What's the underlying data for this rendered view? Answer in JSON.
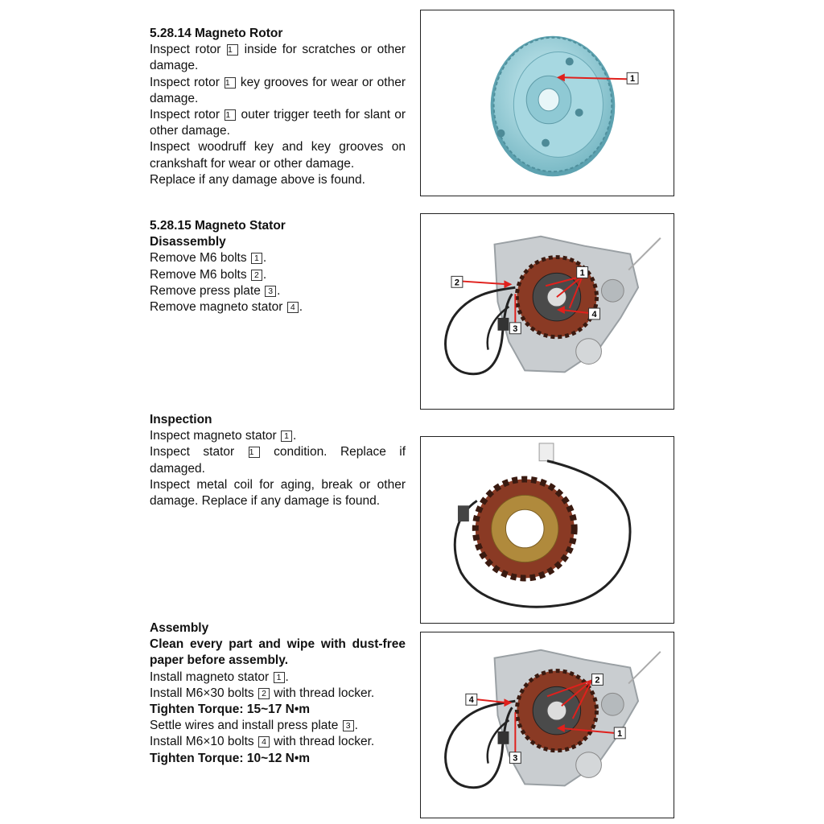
{
  "rotor": {
    "heading": "5.28.14 Magneto Rotor",
    "l1a": "Inspect rotor",
    "l1b": "inside for scratches or other damage.",
    "l2a": "Inspect rotor",
    "l2b": "key grooves for wear or other damage.",
    "l3a": "Inspect rotor",
    "l3b": "outer trigger teeth for slant or other damage.",
    "l4": "Inspect woodruff key and key grooves on crankshaft for wear or other damage.",
    "l5": "Replace if any damage above is found.",
    "fig_labels": [
      "1"
    ]
  },
  "stator": {
    "heading": "5.28.15 Magneto Stator",
    "sub": "Disassembly",
    "l1a": "Remove M6 bolts",
    "l1b": ".",
    "l2a": "Remove M6 bolts",
    "l2b": ".",
    "l3a": "Remove press plate",
    "l3b": ".",
    "l4a": "Remove magneto stator",
    "l4b": ".",
    "fig_labels": [
      "1",
      "2",
      "3",
      "4"
    ]
  },
  "inspection": {
    "heading": "Inspection",
    "l1a": "Inspect magneto stator",
    "l1b": ".",
    "l2a": "Inspect stator",
    "l2b": "condition. Replace if damaged.",
    "l3": "Inspect metal coil for aging, break or other damage. Replace if any damage is found."
  },
  "assembly": {
    "heading": "Assembly",
    "bold_note": "Clean every part and wipe with dust-free paper before assembly.",
    "l1a": "Install magneto stator",
    "l1b": ".",
    "l2a": "Install M6×30 bolts",
    "l2b": "with thread locker.",
    "torque1": "Tighten Torque: 15~17 N•m",
    "l3a": "Settle wires and install press plate",
    "l3b": ".",
    "l4a": "Install M6×10 bolts",
    "l4b": "with thread locker.",
    "torque2": "Tighten Torque: 10~12 N•m",
    "fig_labels": [
      "1",
      "2",
      "3",
      "4"
    ]
  },
  "colors": {
    "rotor": "#8fc9d4",
    "arrow": "#e0201c",
    "coil": "#8a3a24",
    "core": "#b08a3c",
    "case": "#c9cdd0"
  },
  "num_labels": {
    "one": "1",
    "two": "2",
    "three": "3",
    "four": "4"
  }
}
